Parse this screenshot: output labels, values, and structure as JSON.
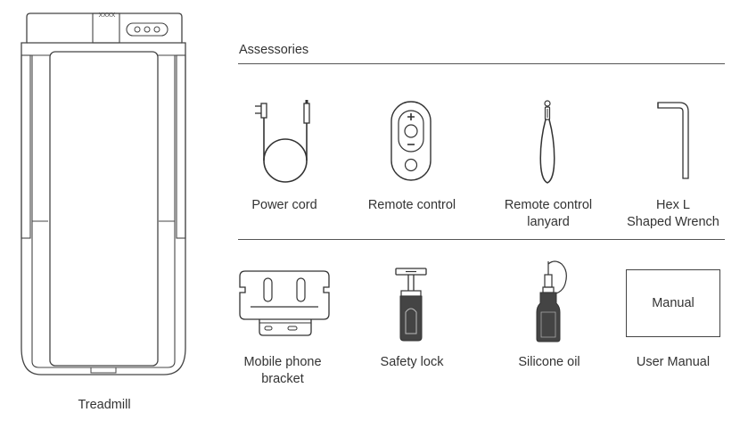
{
  "section_title": "Assessories",
  "treadmill": {
    "label": "Treadmill",
    "logo": "XXXX"
  },
  "row1": [
    {
      "label": "Power cord"
    },
    {
      "label": "Remote control"
    },
    {
      "label_line1": "Remote control",
      "label_line2": "lanyard"
    },
    {
      "label_line1": "Hex L",
      "label_line2": "Shaped Wrench"
    }
  ],
  "row2": [
    {
      "label_line1": "Mobile phone",
      "label_line2": "bracket"
    },
    {
      "label": "Safety lock"
    },
    {
      "label": "Silicone oil"
    },
    {
      "label": "User Manual",
      "box_text": "Manual"
    }
  ]
}
